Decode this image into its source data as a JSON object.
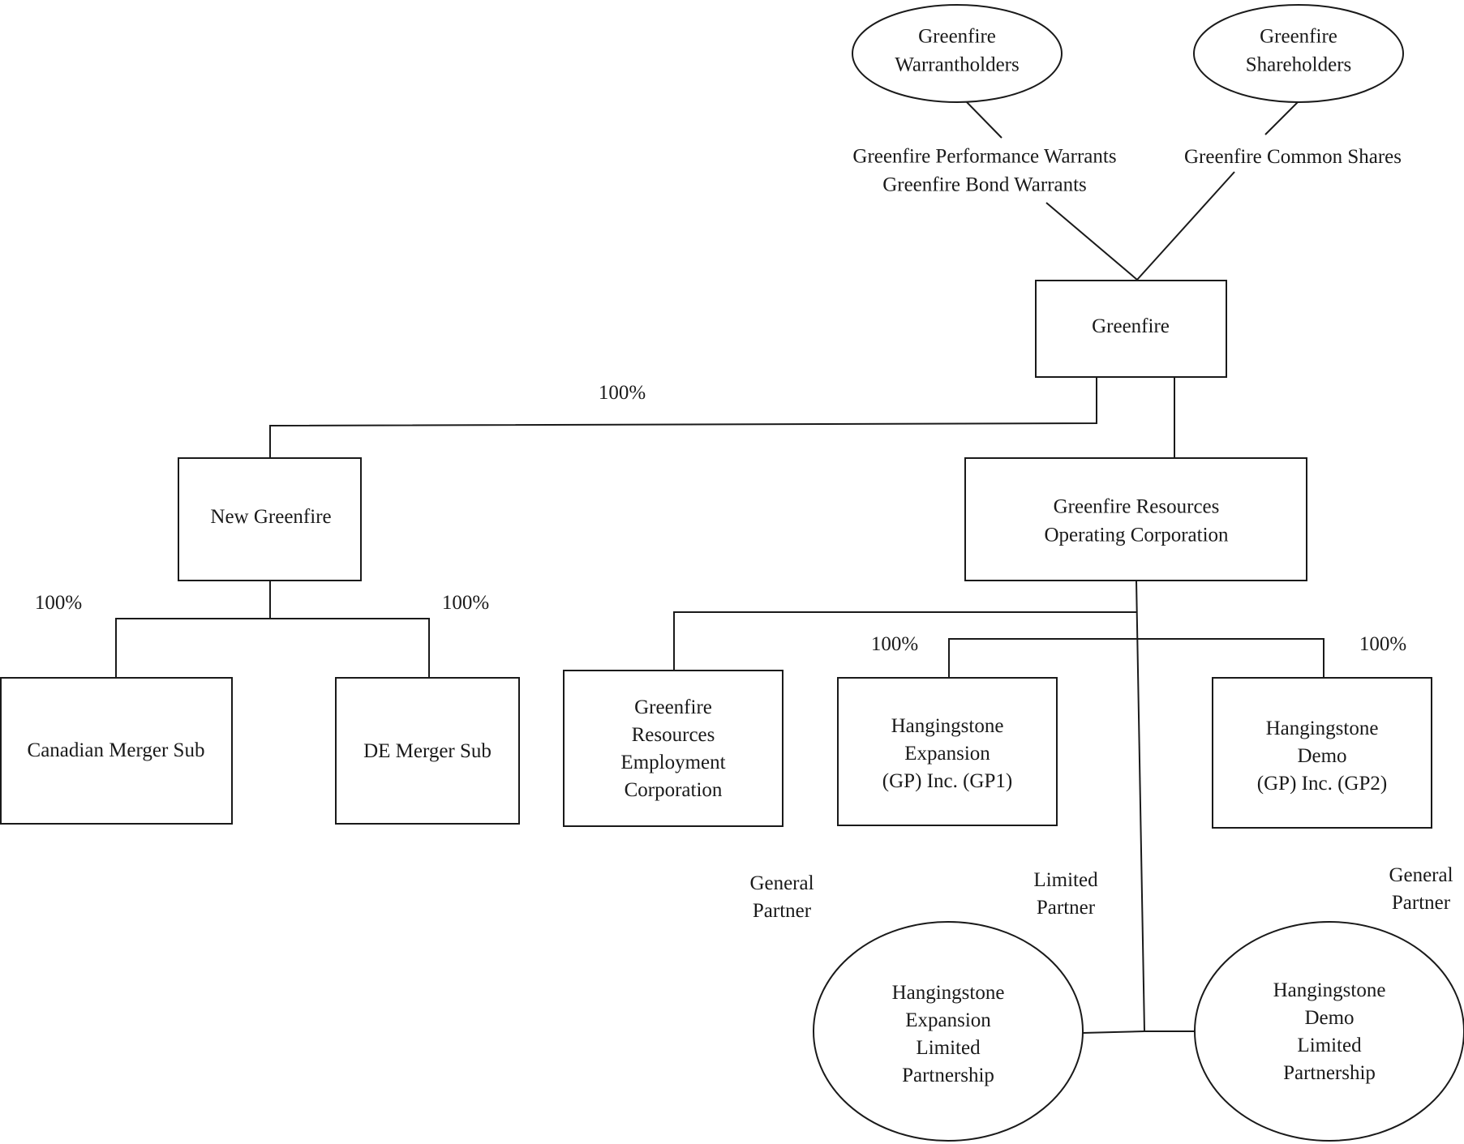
{
  "nodes": {
    "warrantholders": {
      "lines": [
        "Greenfire",
        "Warrantholders"
      ]
    },
    "shareholders": {
      "lines": [
        "Greenfire",
        "Shareholders"
      ]
    },
    "greenfire": {
      "lines": [
        "Greenfire"
      ]
    },
    "new_greenfire": {
      "lines": [
        "New Greenfire"
      ]
    },
    "operating_corp": {
      "lines": [
        "Greenfire Resources",
        "Operating Corporation"
      ]
    },
    "canadian_merger_sub": {
      "lines": [
        "Canadian Merger Sub"
      ]
    },
    "de_merger_sub": {
      "lines": [
        "DE Merger Sub"
      ]
    },
    "employment_corp": {
      "lines": [
        "Greenfire",
        "Resources",
        "Employment",
        "Corporation"
      ]
    },
    "expansion_gp": {
      "lines": [
        "Hangingstone",
        "Expansion",
        "(GP) Inc. (GP1)"
      ]
    },
    "demo_gp": {
      "lines": [
        "Hangingstone",
        "Demo",
        "(GP) Inc. (GP2)"
      ]
    },
    "expansion_lp": {
      "lines": [
        "Hangingstone",
        "Expansion",
        "Limited",
        "Partnership"
      ]
    },
    "demo_lp": {
      "lines": [
        "Hangingstone",
        "Demo",
        "Limited",
        "Partnership"
      ]
    }
  },
  "labels": {
    "warrants": [
      "Greenfire Performance Warrants",
      "Greenfire Bond Warrants"
    ],
    "common_shares": [
      "Greenfire Common Shares"
    ],
    "pct_new_greenfire": [
      "100%"
    ],
    "pct_canadian_merger_sub": [
      "100%"
    ],
    "pct_de_merger_sub": [
      "100%"
    ],
    "pct_expansion_gp": [
      "100%"
    ],
    "pct_demo_gp": [
      "100%"
    ],
    "general_partner_left": [
      "General",
      "Partner"
    ],
    "limited_partner": [
      "Limited",
      "Partner"
    ],
    "general_partner_right": [
      "General",
      "Partner"
    ]
  }
}
